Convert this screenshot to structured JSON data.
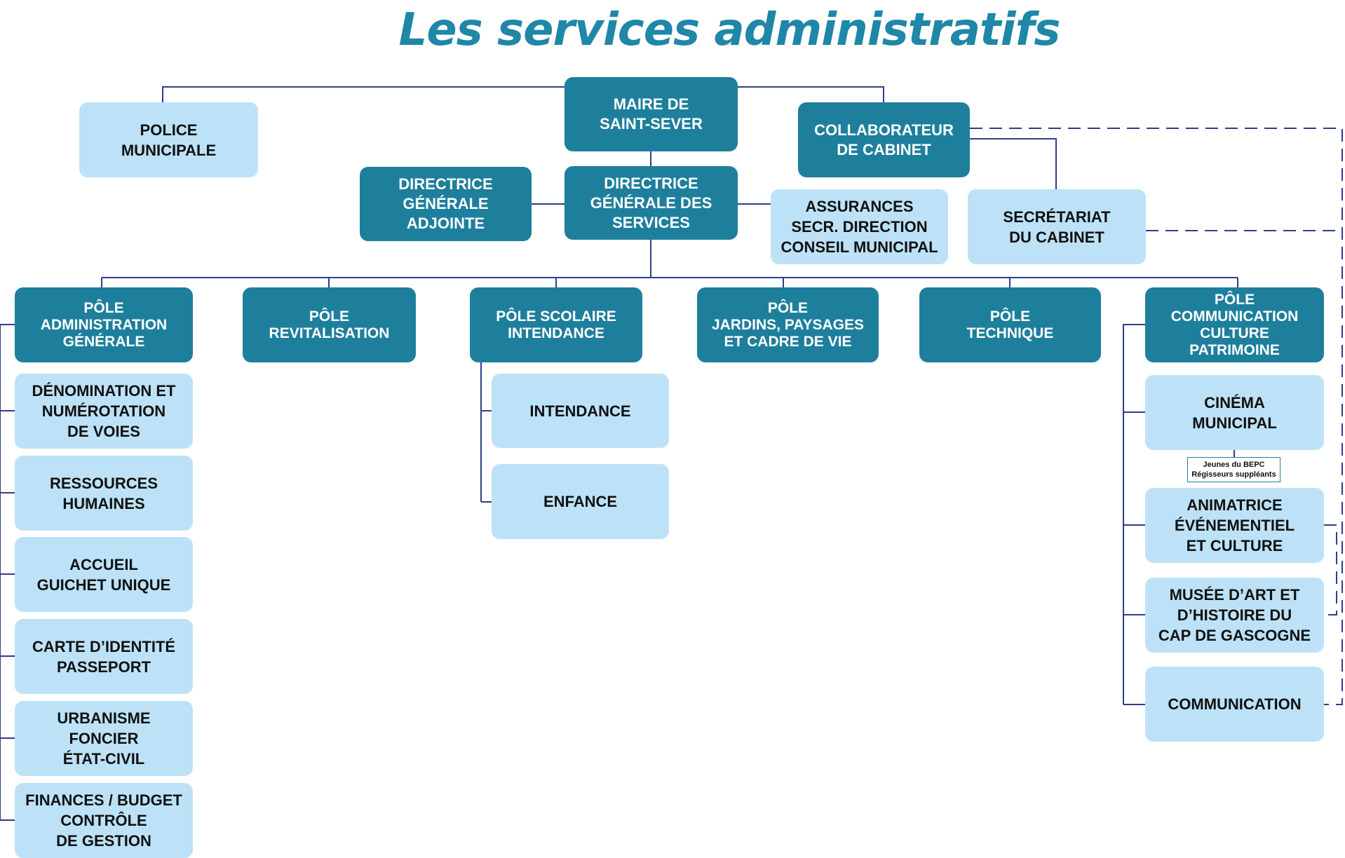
{
  "title": "Les services administratifs",
  "colors": {
    "title": "#1f87a8",
    "dark_box": "#1e7f9c",
    "light_box": "#bde2f7",
    "connector": "#2f3d8a"
  },
  "top": {
    "maire": "MAIRE DE\nSAINT-SEVER",
    "police": "POLICE\nMUNICIPALE",
    "collaborateur": "COLLABORATEUR\nDE CABINET",
    "dga": "DIRECTRICE\nGÉNÉRALE\nADJOINTE",
    "dgs": "DIRECTRICE\nGÉNÉRALE DES\nSERVICES",
    "assurances": "ASSURANCES\nSECR. DIRECTION\nCONSEIL MUNICIPAL",
    "secretariat": "SECRÉTARIAT\nDU CABINET"
  },
  "poles": [
    {
      "label": "PÔLE\nADMINISTRATION\nGÉNÉRALE"
    },
    {
      "label": "PÔLE\nREVITALISATION"
    },
    {
      "label": "PÔLE SCOLAIRE\nINTENDANCE"
    },
    {
      "label": "PÔLE\nJARDINS, PAYSAGES\nET CADRE DE VIE"
    },
    {
      "label": "PÔLE\nTECHNIQUE"
    },
    {
      "label": "PÔLE\nCOMMUNICATION\nCULTURE\nPATRIMOINE"
    }
  ],
  "admin_services": [
    "DÉNOMINATION ET\nNUMÉROTATION\nDE VOIES",
    "RESSOURCES\nHUMAINES",
    "ACCUEIL\nGUICHET UNIQUE",
    "CARTE D’IDENTITÉ\nPASSEPORT",
    "URBANISME\nFONCIER\nÉTAT-CIVIL",
    "FINANCES / BUDGET\nCONTRÔLE\nDE GESTION"
  ],
  "scolaire_services": [
    "INTENDANCE",
    "ENFANCE"
  ],
  "communication_services": [
    "CINÉMA\nMUNICIPAL",
    "ANIMATRICE\nÉVÉNEMENTIEL\nET CULTURE",
    "MUSÉE D’ART ET\nD’HISTOIRE DU\nCAP DE GASCOGNE",
    "COMMUNICATION"
  ],
  "cinema_note": "Jeunes du BEPC\nRégisseurs suppléants"
}
